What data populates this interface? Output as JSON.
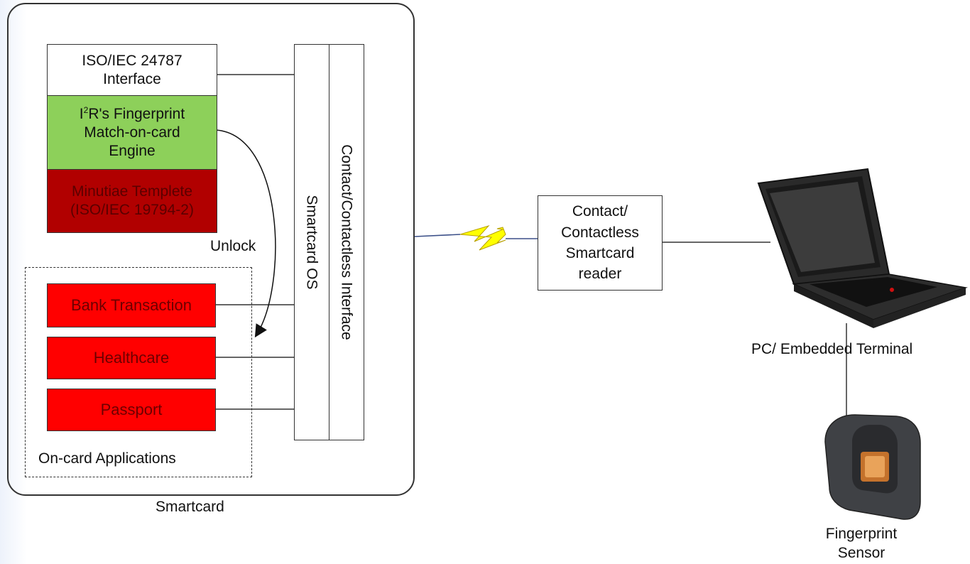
{
  "smartcard": {
    "caption": "Smartcard",
    "interface_box": "ISO/IEC 24787 Interface",
    "engine_box": {
      "prefix": "I",
      "superscript": "2",
      "line1_rest": "R's Fingerprint",
      "line2": "Match-on-card",
      "line3": "Engine"
    },
    "template_box": {
      "line1": "Minutiae Templete",
      "line2": "(ISO/IEC 19794-2)"
    },
    "unlock_label": "Unlock",
    "applications": [
      "Bank Transaction",
      "Healthcare",
      "Passport"
    ],
    "applications_label": "On-card Applications",
    "os_label": "Smartcard OS",
    "interface_label": "Contact/Contactless Interface"
  },
  "reader": {
    "line1": "Contact/",
    "line2": "Contactless",
    "line3": "Smartcard",
    "line4": "reader"
  },
  "terminal": {
    "caption": "PC/ Embedded Terminal",
    "icon": "laptop-icon"
  },
  "sensor": {
    "line1": "Fingerprint",
    "line2": "Sensor",
    "icon": "fingerprint-sensor-icon"
  },
  "colors": {
    "engine_green": "#8dd05a",
    "template_darkred": "#b10000",
    "app_red": "#ff0000",
    "lightning_yellow": "#ffff00"
  }
}
